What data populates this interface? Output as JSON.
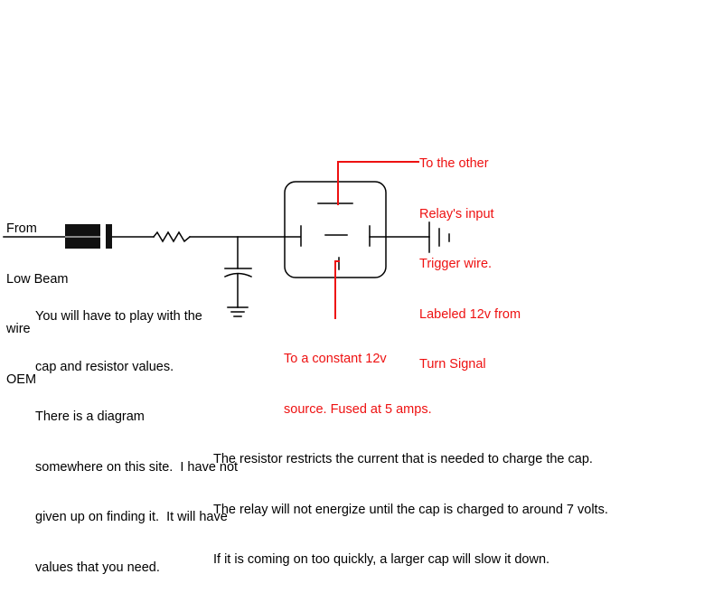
{
  "colors": {
    "wire": "#000000",
    "annotation": "#ee1111",
    "background": "#ffffff"
  },
  "labels": {
    "source": [
      "From",
      "Low Beam",
      "wire",
      "OEM"
    ],
    "trigger": [
      "To the other",
      "Relay's input",
      "Trigger wire.",
      "Labeled 12v from",
      "Turn Signal"
    ],
    "constant": [
      "To a constant 12v",
      "source. Fused at 5 amps."
    ],
    "values_note": [
      "You will have to play with the",
      "cap and resistor values.",
      "There is a diagram",
      "somewhere on this site.  I have not",
      "given up on finding it.  It will have",
      "values that you need."
    ],
    "explanation": [
      "The resistor restricts the current that is needed to charge the cap.",
      "The relay will not energize until the cap is charged to around 7 volts.",
      "If it is coming on too quickly, a larger cap will slow it down."
    ]
  }
}
